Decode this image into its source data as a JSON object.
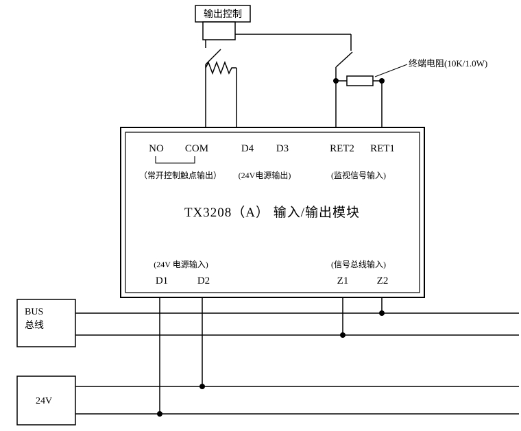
{
  "colors": {
    "line": "#000000",
    "background": "#ffffff"
  },
  "top_circuit": {
    "output_control_label": "输出控制",
    "terminal_resistor_label": "终端电阻(10K/1.0W)"
  },
  "module": {
    "title": "TX3208（A）  输入/输出模块",
    "top_terminals": [
      "NO",
      "COM",
      "D4",
      "D3",
      "RET2",
      "RET1"
    ],
    "top_annotations": [
      "（常开控制触点输出）",
      "(24V电源输出)",
      "(监视信号输入)"
    ],
    "bottom_annotations": [
      "(24V 电源输入)",
      "(信号总线输入)"
    ],
    "bottom_terminals": [
      "D1",
      "D2",
      "Z1",
      "Z2"
    ]
  },
  "bus": {
    "line1": "BUS",
    "line2": "总线"
  },
  "power": {
    "label": "24V"
  }
}
